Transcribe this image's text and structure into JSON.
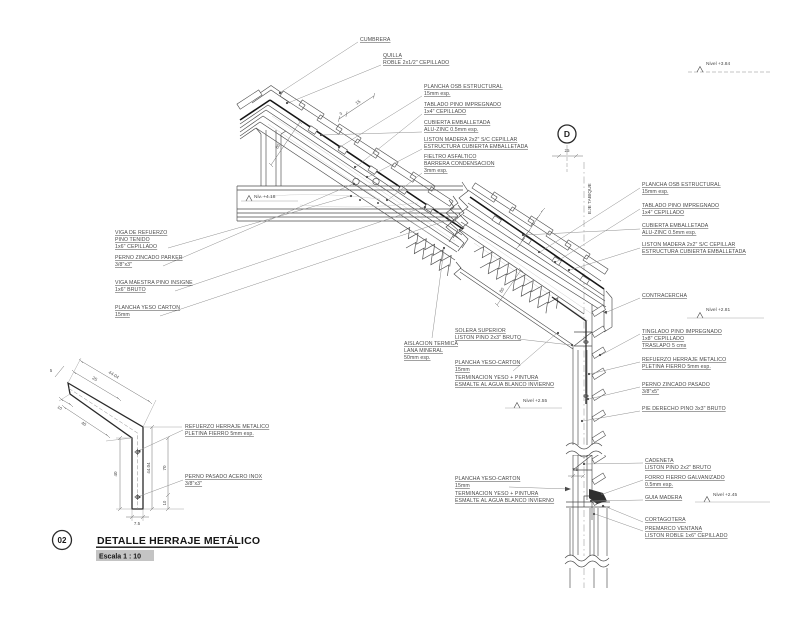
{
  "ridge": {
    "labels": {
      "cumbrera": [
        "CUMBRERA"
      ],
      "quilla": [
        "QUILLA",
        "ROBLE 2x1/2\" CEPILLADO"
      ],
      "plancha_osb": [
        "PLANCHA OSB ESTRUCTURAL",
        "15mm esp."
      ],
      "tablado": [
        "TABLADO PINO IMPREGNADO",
        "1x4\" CEPILLADO"
      ],
      "cubierta": [
        "CUBIERTA EMBALLETADA",
        "ALU-ZINC 0.5mm esp."
      ],
      "liston": [
        "LISTON MADERA 2x2\" S/C CEPILLAR",
        "ESTRUCTURA CUBIERTA EMBALLETADA"
      ],
      "fieltro": [
        "FIELTRO ASFALTICO",
        "BARRERA CONDENSACION",
        "3mm esp."
      ],
      "viga_refuerzo": [
        "VIGA DE REFUERZO",
        "PINO TENIDO",
        "1x6\" CEPILLADO"
      ],
      "perno_parker": [
        "PERNO ZINCADO PARKER",
        "3/8\"x3\""
      ],
      "viga_maestra": [
        "VIGA MAESTRA PINO INSIGNE",
        "1x6\" BRUTO"
      ],
      "plancha_yeso": [
        "PLANCHA YESO CARTON",
        "15mm"
      ],
      "aislacion": [
        "AISLACION TERMICA",
        "LANA MINERAL",
        "50mm esp."
      ]
    },
    "level": "Niv. +4.18",
    "dims": {
      "d3": "3",
      "d15": "15",
      "d80": "80"
    }
  },
  "eave": {
    "marker": "D",
    "marker_dim": "25",
    "axis": "EJE TABIQUE",
    "labels": {
      "plancha_osb": [
        "PLANCHA OSB ESTRUCTURAL",
        "15mm esp."
      ],
      "tablado": [
        "TABLADO PINO IMPREGNADO",
        "1x4\" CEPILLADO"
      ],
      "cubierta": [
        "CUBIERTA EMBALLETADA",
        "ALU-ZINC 0.5mm esp."
      ],
      "liston": [
        "LISTON MADERA 2x2\" S/C CEPILLAR",
        "ESTRUCTURA CUBIERTA EMBALLETADA"
      ],
      "contracercha": [
        "CONTRACERCHA"
      ],
      "tinglado": [
        "TINGLADO PINO IMPREGNADO",
        "1x8\" CEPILLADO",
        "TRASLAPO 5 cms"
      ],
      "refuerzo": [
        "REFUERZO HERRAJE METALICO",
        "PLETINA FIERRO 5mm esp."
      ],
      "perno_pasado": [
        "PERNO ZINCADO PASADO",
        "3/8\"x5\""
      ],
      "pie_derecho": [
        "PIE DERECHO PINO 3x3\" BRUTO"
      ],
      "cadeneta": [
        "CADENETA",
        "LISTON PINO 2x2\" BRUTO"
      ],
      "forro": [
        "FORRO FIERRO GALVANIZADO",
        "0.5mm esp."
      ],
      "guia": [
        "GUIA MADERA"
      ],
      "cortagotera": [
        "CORTAGOTERA"
      ],
      "premarco": [
        "PREMARCO VENTANA",
        "LISTON ROBLE 1x6\" CEPILLADO"
      ],
      "solera": [
        "SOLERA SUPERIOR",
        "LISTON PINO 2x3\" BRUTO"
      ],
      "plancha_yeso": [
        "PLANCHA YESO-CARTON",
        "15mm"
      ],
      "terminacion": [
        "TERMINACION YESO + PINTURA",
        "ESMALTE AL AGUA BLANCO INVIERNO"
      ]
    },
    "levels": {
      "top": "Nivel +3.84",
      "eave": "Nivel +2.81",
      "ceiling": "Nivel +2.55",
      "window": "Nivel +2.45"
    },
    "dims": {
      "d80": "80",
      "d75": "7.5"
    }
  },
  "hardware": {
    "number": "02",
    "title": "DETALLE HERRAJE METÁLICO",
    "scale": "Escala 1 : 10",
    "labels": {
      "refuerzo": [
        "REFUERZO HERRAJE METALICO",
        "PLETINA FIERRO 5mm esp."
      ],
      "perno": [
        "PERNO PASADO ACERO INOX",
        "3/8\"x3\""
      ]
    },
    "dims": {
      "t": "5",
      "a": "25",
      "b": "44.04",
      "c": "10",
      "d": "40",
      "e": "40",
      "f": "44.04",
      "g": "70",
      "h": "10",
      "w": "7.5"
    }
  }
}
